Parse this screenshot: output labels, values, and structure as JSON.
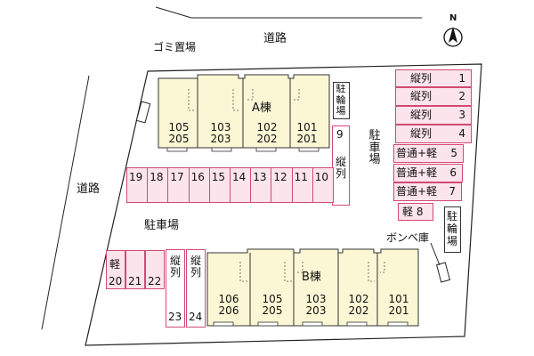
{
  "north_label": "N",
  "roads": {
    "top": "道路",
    "left": "道路"
  },
  "facilities": {
    "garbage": "ゴミ置場",
    "bike_a": "駐輪場",
    "bike_b": "駐輪場",
    "parking_right": "駐車場",
    "parking_main": "駐車場",
    "gas": "ボンベ庫"
  },
  "building_a": {
    "name": "A棟",
    "units": [
      {
        "upper": "105",
        "lower": "205"
      },
      {
        "upper": "103",
        "lower": "203"
      },
      {
        "upper": "102",
        "lower": "202"
      },
      {
        "upper": "101",
        "lower": "201"
      }
    ]
  },
  "building_b": {
    "name": "B棟",
    "units": [
      {
        "upper": "106",
        "lower": "206"
      },
      {
        "upper": "105",
        "lower": "205"
      },
      {
        "upper": "103",
        "lower": "203"
      },
      {
        "upper": "102",
        "lower": "202"
      },
      {
        "upper": "101",
        "lower": "201"
      }
    ]
  },
  "parking": {
    "right_column": [
      {
        "label": "縦列",
        "num": "1"
      },
      {
        "label": "縦列",
        "num": "2"
      },
      {
        "label": "縦列",
        "num": "3"
      },
      {
        "label": "縦列",
        "num": "4"
      },
      {
        "label": "普通+軽",
        "num": "5"
      },
      {
        "label": "普通+軽",
        "num": "6"
      },
      {
        "label": "普通+軽",
        "num": "7"
      }
    ],
    "slot8": "軽 8",
    "slot9": "9",
    "slot9_label": "縦列",
    "row_top": [
      "19",
      "18",
      "17",
      "16",
      "15",
      "14",
      "13",
      "12",
      "11",
      "10"
    ],
    "slot20_label": "軽",
    "bottom_left": [
      "20",
      "21",
      "22"
    ],
    "slot23": "23",
    "slot24": "24",
    "slot23_label": "縦列",
    "slot24_label": "縦列"
  }
}
